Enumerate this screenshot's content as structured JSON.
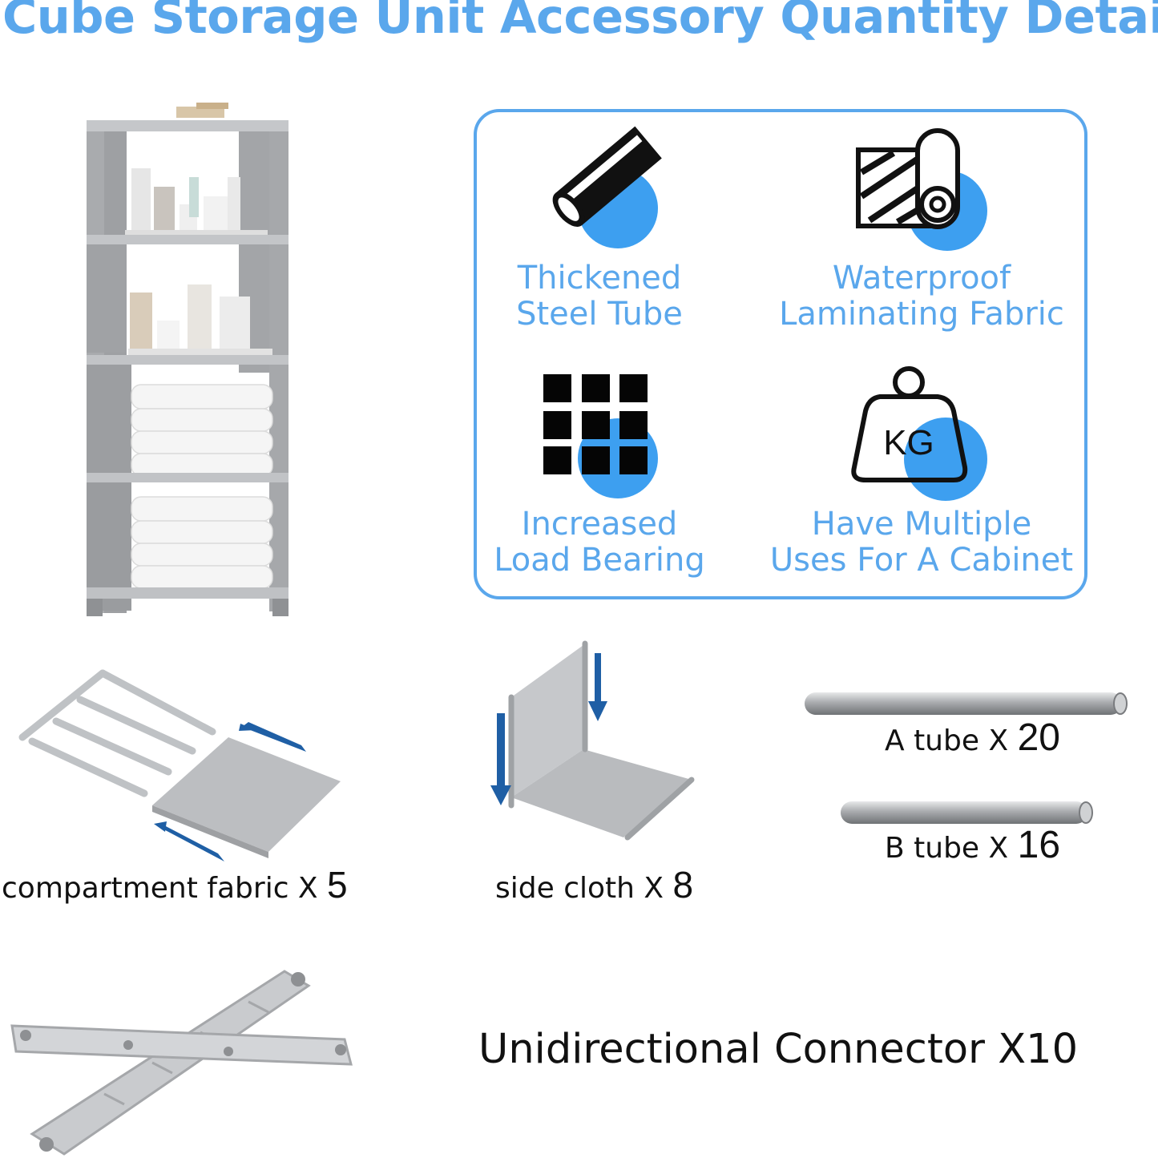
{
  "title": "Cube Storage Unit Accessory Quantity Details",
  "features": [
    {
      "line1": "Thickened",
      "line2": "Steel Tube",
      "icon": "steel-tube-icon"
    },
    {
      "line1": "Waterproof",
      "line2": "Laminating Fabric",
      "icon": "fabric-roll-icon"
    },
    {
      "line1": "Increased",
      "line2": "Load Bearing",
      "icon": "grid-icon"
    },
    {
      "line1": "Have Multiple",
      "line2": "Uses For A Cabinet",
      "icon": "weight-kg-icon"
    }
  ],
  "weight_icon_text": "KG",
  "parts": {
    "compartment": {
      "label": "compartment fabric X",
      "qty": "5"
    },
    "side_cloth": {
      "label": "side cloth X",
      "qty": "8"
    },
    "a_tube": {
      "label": "A tube X",
      "qty": "20"
    },
    "b_tube": {
      "label": "B tube X",
      "qty": "16"
    },
    "connector": {
      "label": "Unidirectional Connector X10"
    }
  },
  "colors": {
    "accent": "#5aa7ec",
    "icon_circle": "#3d9ff0",
    "arrow": "#1f5fa5",
    "metal": "#b7babd"
  }
}
